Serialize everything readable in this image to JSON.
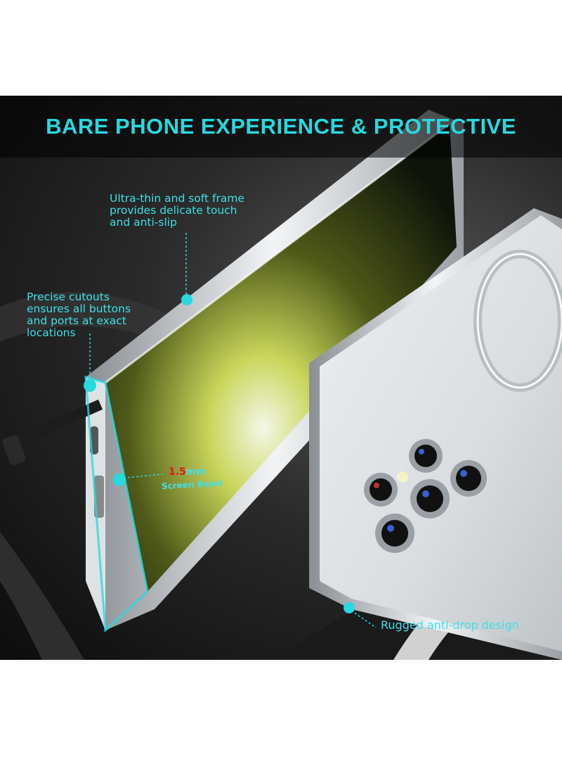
{
  "headline": "BARE PHONE EXPERIENCE & PROTECTIVE",
  "callouts": {
    "frame": "Ultra-thin and soft frame\nprovides delicate touch\nand anti-slip",
    "cutouts": "Precise cutouts\nensures all buttons\nand ports at exact\nlocations",
    "drop": "Rugged anti-drop design"
  },
  "bezel": {
    "value": "1.5",
    "unit": "mm",
    "label": "Screen Bezel"
  },
  "colors": {
    "accent": "#27d9e0",
    "highlight": "#e01818",
    "frame": "#c8ccd0",
    "screen": "#c7d44a"
  },
  "icons": [
    "phone-front-image",
    "phone-back-image",
    "stylus-image",
    "magsafe-ring-image",
    "camera-lens-image"
  ]
}
